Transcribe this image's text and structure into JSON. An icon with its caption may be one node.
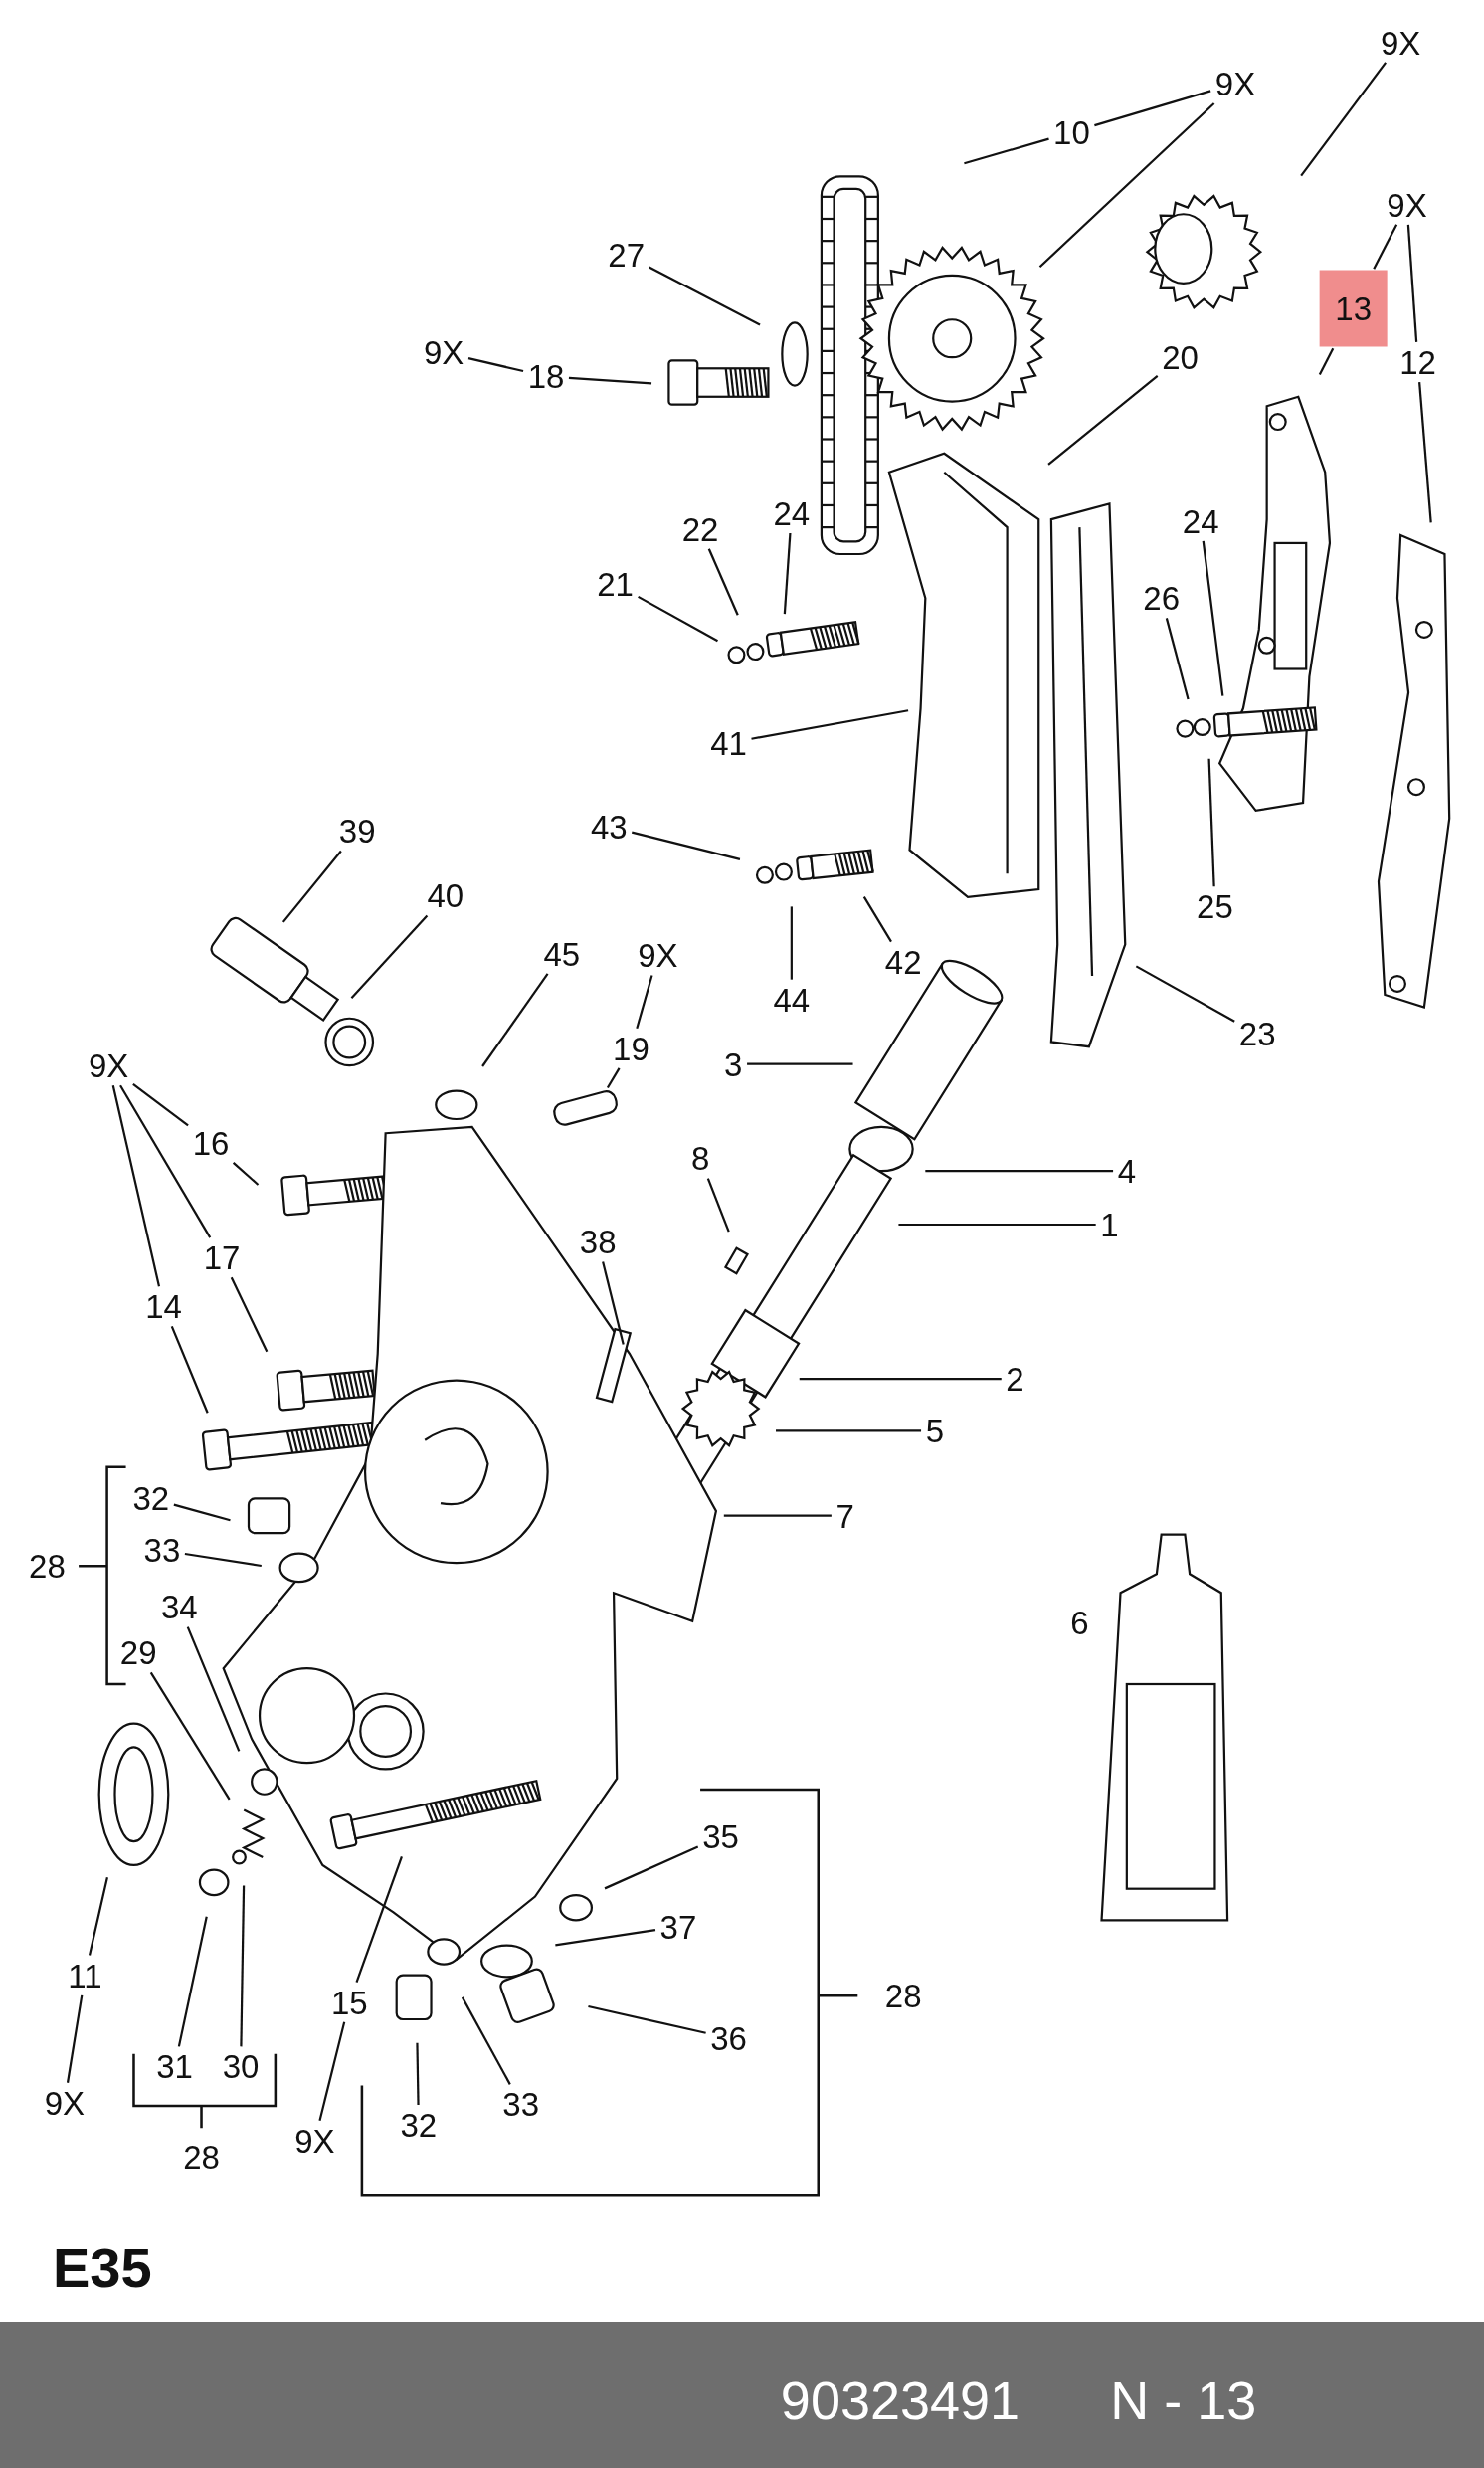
{
  "diagram": {
    "nodes": [
      {
        "text": [
          "9X"
        ]
      },
      {
        "text": [
          "9X"
        ]
      },
      {
        "text": [
          "10"
        ]
      },
      {
        "text": [
          "9X"
        ]
      },
      {
        "text": [
          "13"
        ]
      },
      {
        "text": [
          "27"
        ]
      },
      {
        "text": [
          "9X"
        ]
      },
      {
        "text": [
          "12"
        ]
      },
      {
        "text": [
          "20"
        ]
      },
      {
        "text": [
          "18"
        ]
      },
      {
        "text": [
          "24"
        ]
      },
      {
        "text": [
          "22"
        ]
      },
      {
        "text": [
          "24"
        ]
      },
      {
        "text": [
          "21"
        ]
      },
      {
        "text": [
          "26"
        ]
      },
      {
        "text": [
          "41"
        ]
      },
      {
        "text": [
          "43"
        ]
      },
      {
        "text": [
          "39"
        ]
      },
      {
        "text": [
          "40"
        ]
      },
      {
        "text": [
          "25"
        ]
      },
      {
        "text": [
          "45"
        ]
      },
      {
        "text": [
          "9X"
        ]
      },
      {
        "text": [
          "42"
        ]
      },
      {
        "text": [
          "44"
        ]
      },
      {
        "text": [
          "23"
        ]
      },
      {
        "text": [
          "19"
        ]
      },
      {
        "text": [
          "3"
        ]
      },
      {
        "text": [
          "9X"
        ]
      },
      {
        "text": [
          "16"
        ]
      },
      {
        "text": [
          "8"
        ]
      },
      {
        "text": [
          "4"
        ]
      },
      {
        "text": [
          "1"
        ]
      },
      {
        "text": [
          "38"
        ]
      },
      {
        "text": [
          "17"
        ]
      },
      {
        "text": [
          "14"
        ]
      },
      {
        "text": [
          "2"
        ]
      },
      {
        "text": [
          "5"
        ]
      },
      {
        "text": [
          "7"
        ]
      },
      {
        "text": [
          "32"
        ]
      },
      {
        "text": [
          "33"
        ]
      },
      {
        "text": [
          "34"
        ]
      },
      {
        "text": [
          "29"
        ]
      },
      {
        "text": [
          "35"
        ]
      },
      {
        "text": [
          "37"
        ]
      },
      {
        "text": [
          "11"
        ]
      },
      {
        "text": [
          "15"
        ]
      },
      {
        "text": [
          "36"
        ]
      },
      {
        "text": [
          "31"
        ]
      },
      {
        "text": [
          "30"
        ]
      },
      {
        "text": [
          "9X"
        ]
      },
      {
        "text": [
          "32"
        ]
      },
      {
        "text": [
          "33"
        ]
      },
      {
        "text": [
          "9X"
        ]
      }
    ],
    "edges": [
      {
        "from": 0,
        "to": null,
        "arrow": "none"
      },
      {
        "from": 1,
        "to": null,
        "arrow": "none"
      },
      {
        "from": 2,
        "to": 1,
        "arrow": "none"
      },
      {
        "from": 2,
        "to": null,
        "arrow": "none"
      },
      {
        "from": 3,
        "to": 4,
        "arrow": "none"
      },
      {
        "from": 3,
        "to": 7,
        "arrow": "none"
      },
      {
        "from": 4,
        "to": null,
        "arrow": "none"
      },
      {
        "from": 5,
        "to": null,
        "arrow": "none"
      },
      {
        "from": 6,
        "to": 9,
        "arrow": "none"
      },
      {
        "from": 7,
        "to": null,
        "arrow": "none"
      },
      {
        "from": 8,
        "to": null,
        "arrow": "none"
      },
      {
        "from": 9,
        "to": null,
        "arrow": "none"
      },
      {
        "from": 10,
        "to": null,
        "arrow": "none"
      },
      {
        "from": 11,
        "to": null,
        "arrow": "none"
      },
      {
        "from": 12,
        "to": null,
        "arrow": "none"
      },
      {
        "from": 13,
        "to": null,
        "arrow": "none"
      },
      {
        "from": 14,
        "to": null,
        "arrow": "none"
      },
      {
        "from": 15,
        "to": null,
        "arrow": "none"
      },
      {
        "from": 16,
        "to": null,
        "arrow": "none"
      },
      {
        "from": 17,
        "to": null,
        "arrow": "none"
      },
      {
        "from": 18,
        "to": null,
        "arrow": "none"
      },
      {
        "from": 19,
        "to": null,
        "arrow": "none"
      },
      {
        "from": 20,
        "to": null,
        "arrow": "none"
      },
      {
        "from": 21,
        "to": 25,
        "arrow": "none"
      },
      {
        "from": 22,
        "to": null,
        "arrow": "none"
      },
      {
        "from": 23,
        "to": null,
        "arrow": "none"
      },
      {
        "from": 24,
        "to": null,
        "arrow": "none"
      },
      {
        "from": 25,
        "to": null,
        "arrow": "none"
      },
      {
        "from": 26,
        "to": null,
        "arrow": "none"
      },
      {
        "from": 27,
        "to": 28,
        "arrow": "none"
      },
      {
        "from": 27,
        "to": 33,
        "arrow": "none"
      },
      {
        "from": 27,
        "to": 34,
        "arrow": "none"
      },
      {
        "from": 28,
        "to": null,
        "arrow": "none"
      },
      {
        "from": 29,
        "to": null,
        "arrow": "none"
      },
      {
        "from": 30,
        "to": null,
        "arrow": "none"
      },
      {
        "from": 31,
        "to": null,
        "arrow": "none"
      },
      {
        "from": 32,
        "to": null,
        "arrow": "none"
      },
      {
        "from": 33,
        "to": null,
        "arrow": "none"
      },
      {
        "from": 34,
        "to": null,
        "arrow": "none"
      },
      {
        "from": 35,
        "to": null,
        "arrow": "none"
      },
      {
        "from": 36,
        "to": null,
        "arrow": "none"
      },
      {
        "from": 37,
        "to": null,
        "arrow": "none"
      },
      {
        "from": 38,
        "to": null,
        "arrow": "none"
      },
      {
        "from": 39,
        "to": null,
        "arrow": "none"
      },
      {
        "from": 40,
        "to": null,
        "arrow": "none"
      },
      {
        "from": 41,
        "to": null,
        "arrow": "none"
      },
      {
        "from": 42,
        "to": null,
        "arrow": "none"
      },
      {
        "from": 43,
        "to": null,
        "arrow": "none"
      },
      {
        "from": 44,
        "to": null,
        "arrow": "none"
      },
      {
        "from": 45,
        "to": null,
        "arrow": "none"
      },
      {
        "from": 46,
        "to": null,
        "arrow": "none"
      },
      {
        "from": 47,
        "to": null,
        "arrow": "none"
      },
      {
        "from": 48,
        "to": null,
        "arrow": "none"
      },
      {
        "from": 49,
        "to": 44,
        "arrow": "none"
      },
      {
        "from": 50,
        "to": null,
        "arrow": "none"
      },
      {
        "from": 51,
        "to": null,
        "arrow": "none"
      },
      {
        "from": 52,
        "to": 45,
        "arrow": "none"
      }
    ],
    "labels": [
      "28",
      "6",
      "28",
      "28",
      "E35",
      "90323491",
      "N - 13"
    ]
  }
}
